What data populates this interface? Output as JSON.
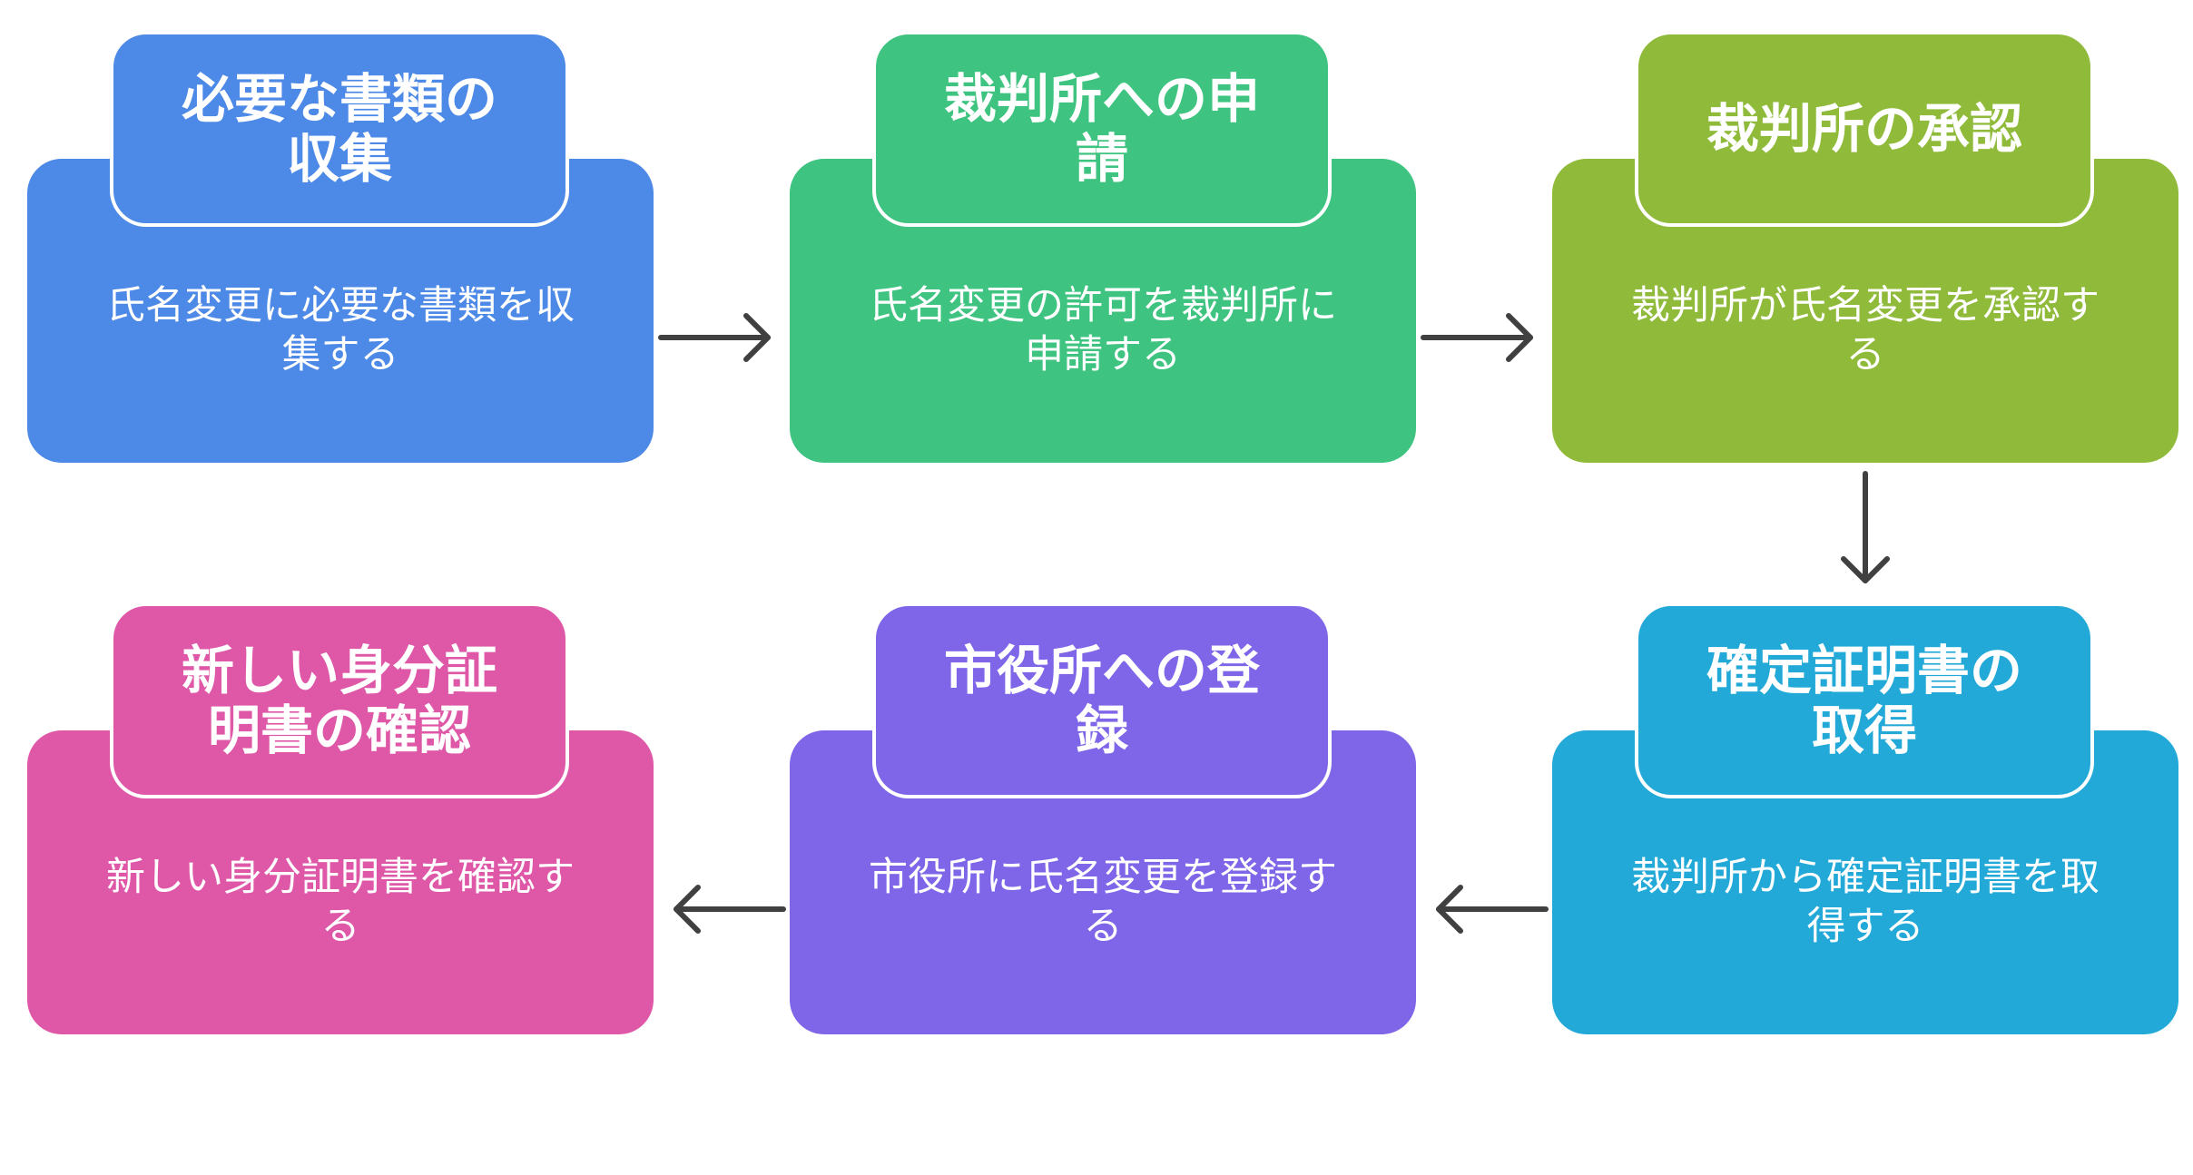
{
  "steps": [
    {
      "id": "collect-documents",
      "title": "必要な書類の\n収集",
      "description": "氏名変更に必要な書類を収\n集する",
      "color": "#4d89e6"
    },
    {
      "id": "court-application",
      "title": "裁判所への申\n請",
      "description": "氏名変更の許可を裁判所に\n申請する",
      "color": "#3ec480"
    },
    {
      "id": "court-approval",
      "title": "裁判所の承認",
      "description": "裁判所が氏名変更を承認す\nる",
      "color": "#8fba3a"
    },
    {
      "id": "obtain-certificate",
      "title": "確定証明書の\n取得",
      "description": "裁判所から確定証明書を取\n得する",
      "color": "#22a9d8"
    },
    {
      "id": "city-registration",
      "title": "市役所への登\n録",
      "description": "市役所に氏名変更を登録す\nる",
      "color": "#7f66e8"
    },
    {
      "id": "confirm-id",
      "title": "新しい身分証\n明書の確認",
      "description": "新しい身分証明書を確認す\nる",
      "color": "#df58a8"
    }
  ],
  "arrow_color": "#404040"
}
